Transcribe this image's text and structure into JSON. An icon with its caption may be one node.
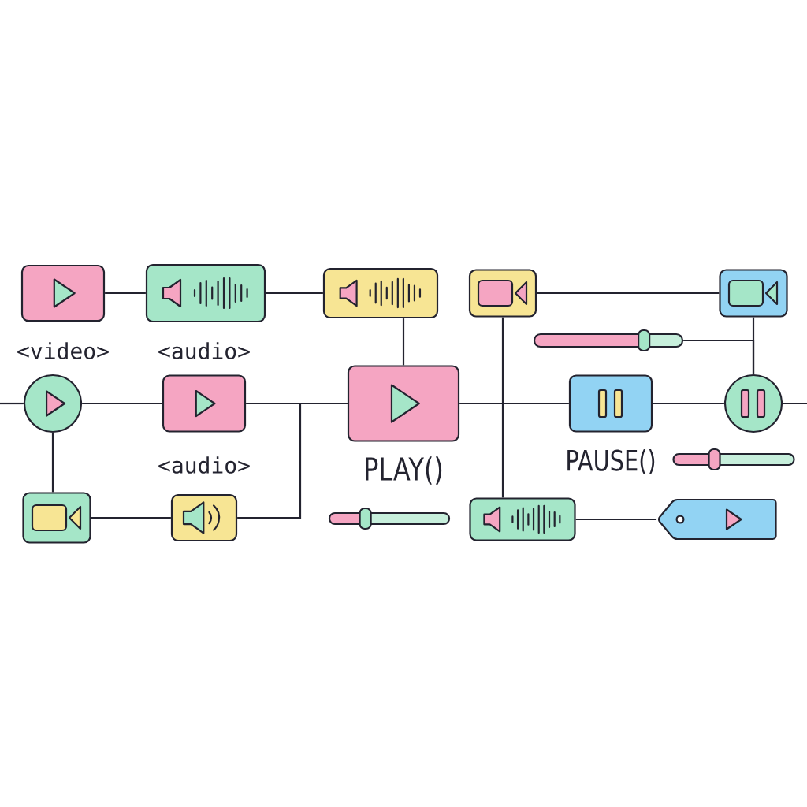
{
  "diagram": {
    "nodes": [
      {
        "text": [],
        "shape": "box"
      },
      {
        "text": [],
        "shape": "box"
      },
      {
        "text": [],
        "shape": "box"
      },
      {
        "text": [],
        "shape": "box"
      },
      {
        "text": [],
        "shape": "box"
      },
      {
        "text": [],
        "shape": "slider"
      },
      {
        "text": [],
        "shape": "circle"
      },
      {
        "text": [],
        "shape": "box"
      },
      {
        "text": [],
        "shape": "box"
      },
      {
        "text": [],
        "shape": "box"
      },
      {
        "text": [],
        "shape": "circle"
      },
      {
        "text": [],
        "shape": "slider"
      },
      {
        "text": [],
        "shape": "box"
      },
      {
        "text": [],
        "shape": "box"
      },
      {
        "text": [],
        "shape": "slider"
      },
      {
        "text": [],
        "shape": "box"
      },
      {
        "text": [],
        "shape": "tag"
      }
    ],
    "edges": [
      {
        "from": null,
        "to": 6,
        "arrow": "none"
      },
      {
        "from": 6,
        "to": 7,
        "arrow": "none"
      },
      {
        "from": 7,
        "to": 8,
        "arrow": "none"
      },
      {
        "from": 13,
        "to": 8,
        "arrow": "none"
      },
      {
        "from": 8,
        "to": 9,
        "arrow": "none"
      },
      {
        "from": 9,
        "to": 10,
        "arrow": "none"
      },
      {
        "from": 10,
        "to": null,
        "arrow": "none"
      },
      {
        "from": 0,
        "to": 1,
        "arrow": "none"
      },
      {
        "from": 1,
        "to": 2,
        "arrow": "none"
      },
      {
        "from": 2,
        "to": 8,
        "arrow": "none"
      },
      {
        "from": 3,
        "to": 4,
        "arrow": "none"
      },
      {
        "from": 3,
        "to": 15,
        "arrow": "none"
      },
      {
        "from": 4,
        "to": 10,
        "arrow": "none"
      },
      {
        "from": 5,
        "to": 10,
        "arrow": "none"
      },
      {
        "from": 6,
        "to": 12,
        "arrow": "none"
      },
      {
        "from": 12,
        "to": 13,
        "arrow": "none"
      },
      {
        "from": 15,
        "to": 16,
        "arrow": "none"
      }
    ],
    "labels": [
      "<video>",
      "<audio>",
      "<audio>",
      "PLAY()",
      "PAUSE()"
    ]
  }
}
